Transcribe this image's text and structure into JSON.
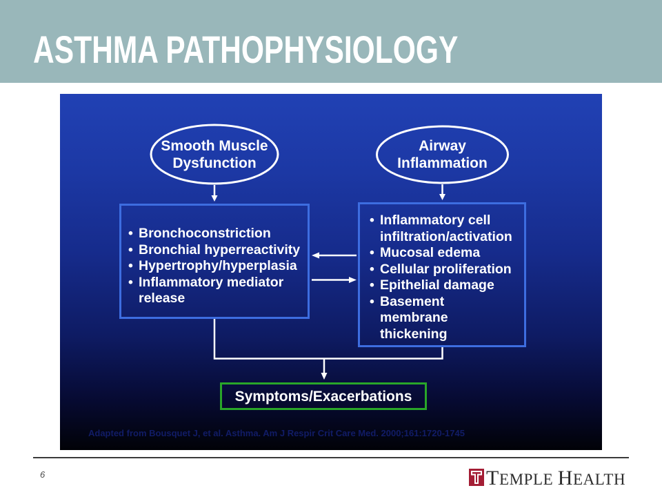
{
  "slide": {
    "title": "ASTHMA PATHOPHYSIOLOGY",
    "page_number": "6"
  },
  "diagram": {
    "smooth_muscle": {
      "label": "Smooth Muscle Dysfunction"
    },
    "airway_inflammation": {
      "label": "Airway Inflammation"
    },
    "smooth_muscle_effects": {
      "items": [
        "Bronchoconstriction",
        "Bronchial hyperreactivity",
        "Hypertrophy/hyperplasia",
        "Inflammatory mediator\nrelease"
      ]
    },
    "inflammation_effects": {
      "items": [
        "Inflammatory cell\ninfiltration/activation",
        "Mucosal edema",
        "Cellular proliferation",
        "Epithelial damage",
        "Basement\nmembrane\nthickening"
      ]
    },
    "outcome": {
      "label": "Symptoms/Exacerbations"
    },
    "citation": "Adapted from Bousquet J, et al. Asthma. Am J Respir Crit Care Med. 2000;161:1720-1745"
  },
  "brand": {
    "icon": "temple-t-icon",
    "name_words": [
      "TEMPLE",
      "HEALTH"
    ]
  },
  "colors": {
    "header_band": "#99b7ba",
    "box_border": "#3d6de0",
    "outcome_border": "#29a629",
    "brand_red": "#a41e35"
  }
}
